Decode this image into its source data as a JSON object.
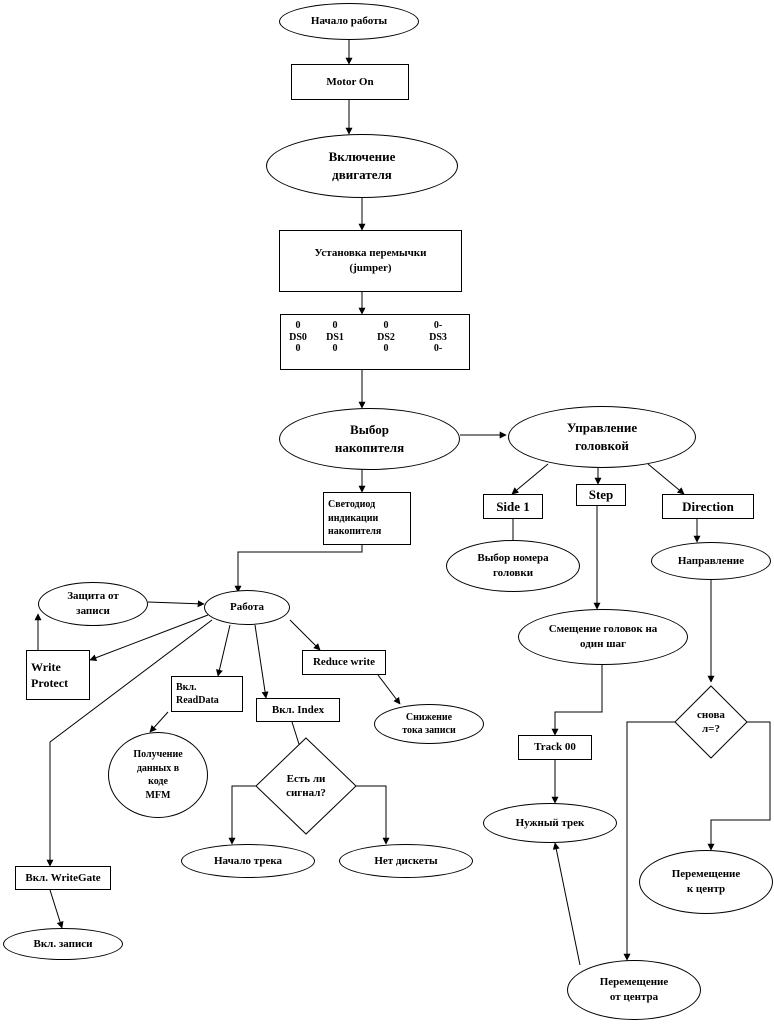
{
  "flowchart": {
    "start": "Начало работы",
    "motor_on": "Motor On",
    "motor_enable": "Включение\nдвигателя",
    "set_jumper": "Установка перемычки\n(jumper)",
    "jumper_block": {
      "top": [
        "0",
        "0",
        "0",
        "0-"
      ],
      "labels": [
        "DS0",
        "DS1",
        "DS2",
        "DS3"
      ],
      "bottom": [
        "0",
        "0",
        "0",
        "0-"
      ]
    },
    "select_drive": "Выбор\nнакопителя",
    "head_control": "Управление\nголовкой",
    "led": "Светодиод\nиндикации\nнакопителя",
    "side1": "Side 1",
    "step": "Step",
    "direction": "Direction",
    "head_number": "Выбор номера\nголовки",
    "direction_node": "Направление",
    "head_shift": "Смещение  головок на\nодин шаг",
    "write_protect_state": "Защита  от\nзаписи",
    "work": "Работа",
    "write_protect": "Write\nProtect",
    "read_data": "Вкл.\nReadData",
    "index": "Вкл. Index",
    "reduce_write": "Reduce write",
    "reduce_current": "Снижение\nтока записи",
    "track00": "Track 00",
    "direction_decision": "снова\nл=?",
    "mfm": "Получение\nданных в\nкоде\nMFM",
    "signal_decision": "Есть ли\nсигнал?",
    "needed_track": "Нужный трек",
    "track_start": "Начало трека",
    "no_disk": "Нет дискеты",
    "write_gate": "Вкл. WriteGate",
    "to_center": "Перемещение\nк центр",
    "write_on": "Вкл.  записи",
    "from_center": "Перемещение\nот центра"
  }
}
